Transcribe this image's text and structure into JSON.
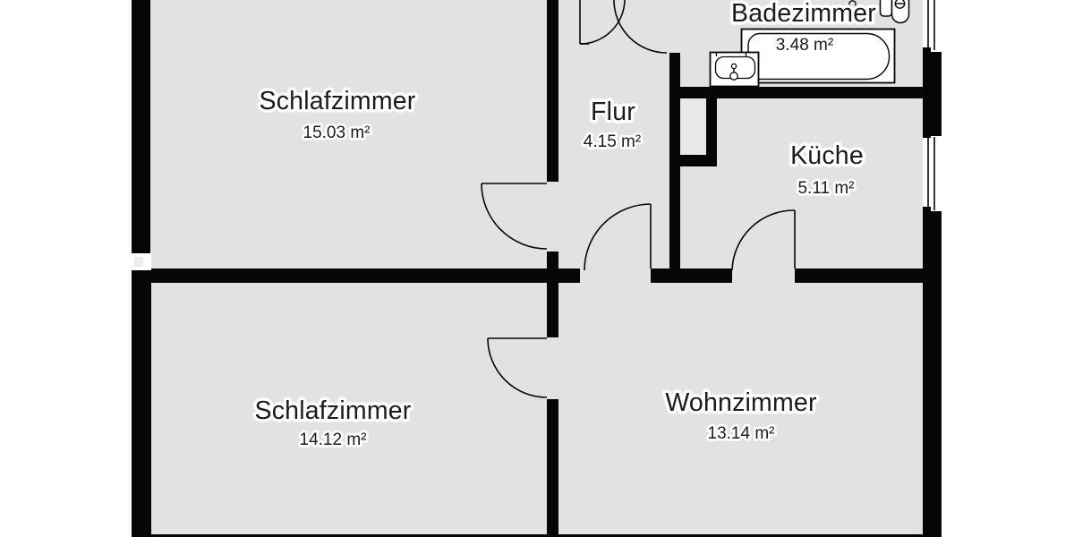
{
  "rooms": [
    {
      "id": "schlafzimmer-1",
      "name": "Schlafzimmer",
      "area": "15.03 m²"
    },
    {
      "id": "flur",
      "name": "Flur",
      "area": "4.15 m²"
    },
    {
      "id": "badezimmer",
      "name": "Badezimmer",
      "area": "3.48 m²"
    },
    {
      "id": "kueche",
      "name": "Küche",
      "area": "5.11 m²"
    },
    {
      "id": "schlafzimmer-2",
      "name": "Schlafzimmer",
      "area": "14.12 m²"
    },
    {
      "id": "wohnzimmer",
      "name": "Wohnzimmer",
      "area": "13.14 m²"
    }
  ],
  "fixtures": [
    "bathtub",
    "washbasin",
    "toilet"
  ],
  "openings": {
    "door_arcs": 6,
    "windows": 2
  },
  "colors": {
    "background": "#ffffff",
    "floor": "#e2e2e2",
    "wall": "#060606",
    "shaft_fill": "#e9e9e9",
    "fixture_fill": "#ffffff",
    "text": "#1b1b1d"
  }
}
